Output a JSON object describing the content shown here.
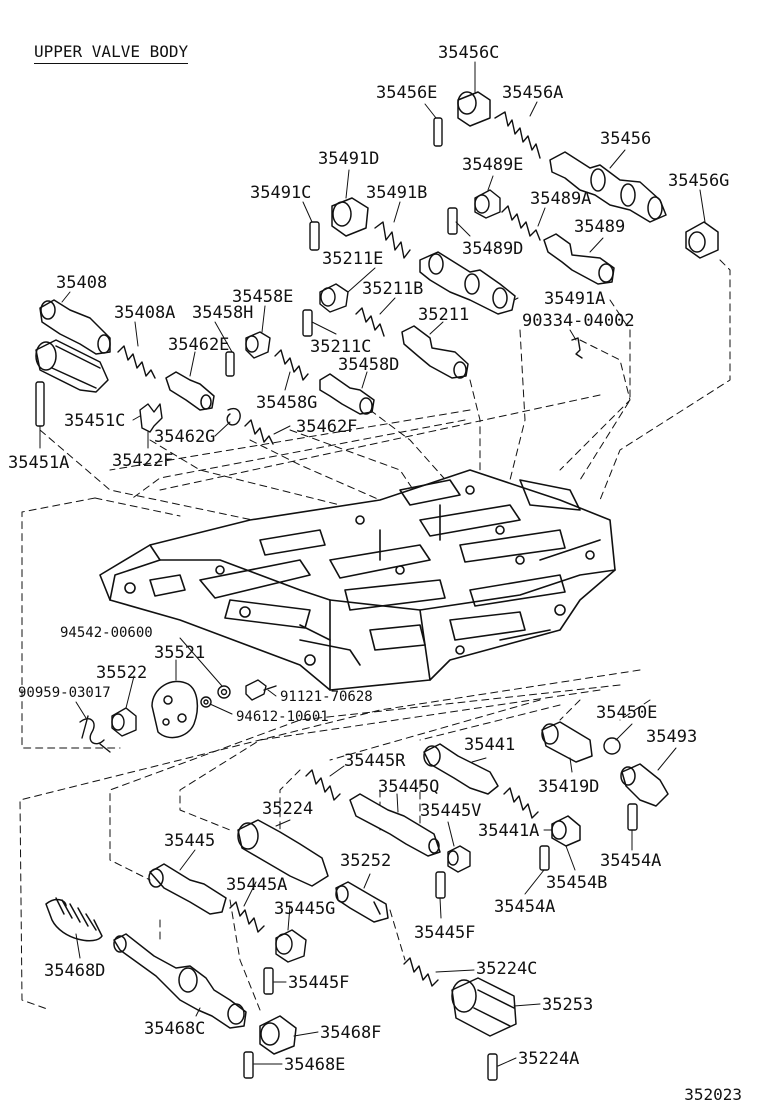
{
  "title": "UPPER VALVE BODY",
  "figure_number": "352023",
  "colors": {
    "ink": "#111111",
    "background": "#ffffff"
  },
  "labels": {
    "p35456C": "35456C",
    "p35456E": "35456E",
    "p35456A": "35456A",
    "p35456": "35456",
    "p35456G": "35456G",
    "p35491D": "35491D",
    "p35489E": "35489E",
    "p35491C": "35491C",
    "p35491B": "35491B",
    "p35489A": "35489A",
    "p35489": "35489",
    "p35211E": "35211E",
    "p35489D": "35489D",
    "p35408": "35408",
    "p35458E": "35458E",
    "p35211B": "35211B",
    "p35491A": "35491A",
    "p35408A": "35408A",
    "p35458H": "35458H",
    "p90334_04002": "90334-04002",
    "p35211": "35211",
    "p35462E": "35462E",
    "p35211C": "35211C",
    "p35458D": "35458D",
    "p35458G": "35458G",
    "p35451C": "35451C",
    "p35462G": "35462G",
    "p35462F": "35462F",
    "p35451A": "35451A",
    "p35422F": "35422F",
    "p94542_00600": "94542-00600",
    "p35521": "35521",
    "p35522": "35522",
    "p90959_03017": "90959-03017",
    "p91121_70628": "91121-70628",
    "p94612_10601": "94612-10601",
    "p35450E": "35450E",
    "p35441": "35441",
    "p35493": "35493",
    "p35445R": "35445R",
    "p35419D": "35419D",
    "p35445Q": "35445Q",
    "p35224": "35224",
    "p35445V": "35445V",
    "p35441A": "35441A",
    "p35445": "35445",
    "p35252": "35252",
    "p35454A_r": "35454A",
    "p35454B": "35454B",
    "p35445A": "35445A",
    "p35454A": "35454A",
    "p35445G": "35445G",
    "p35445F_c": "35445F",
    "p35468D": "35468D",
    "p35445F": "35445F",
    "p35224C": "35224C",
    "p35253": "35253",
    "p35468C": "35468C",
    "p35468F": "35468F",
    "p35468E": "35468E",
    "p35224A": "35224A"
  }
}
